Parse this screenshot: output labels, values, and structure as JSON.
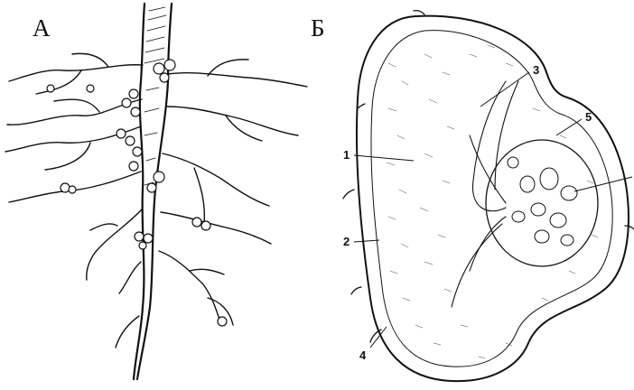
{
  "panels": {
    "left_letter": "А",
    "right_letter": "Б"
  },
  "callouts": {
    "c1": "1",
    "c2": "2",
    "c3": "3",
    "c4": "4",
    "c5": "5"
  },
  "colors": {
    "ink": "#111111",
    "paper": "#ffffff"
  }
}
